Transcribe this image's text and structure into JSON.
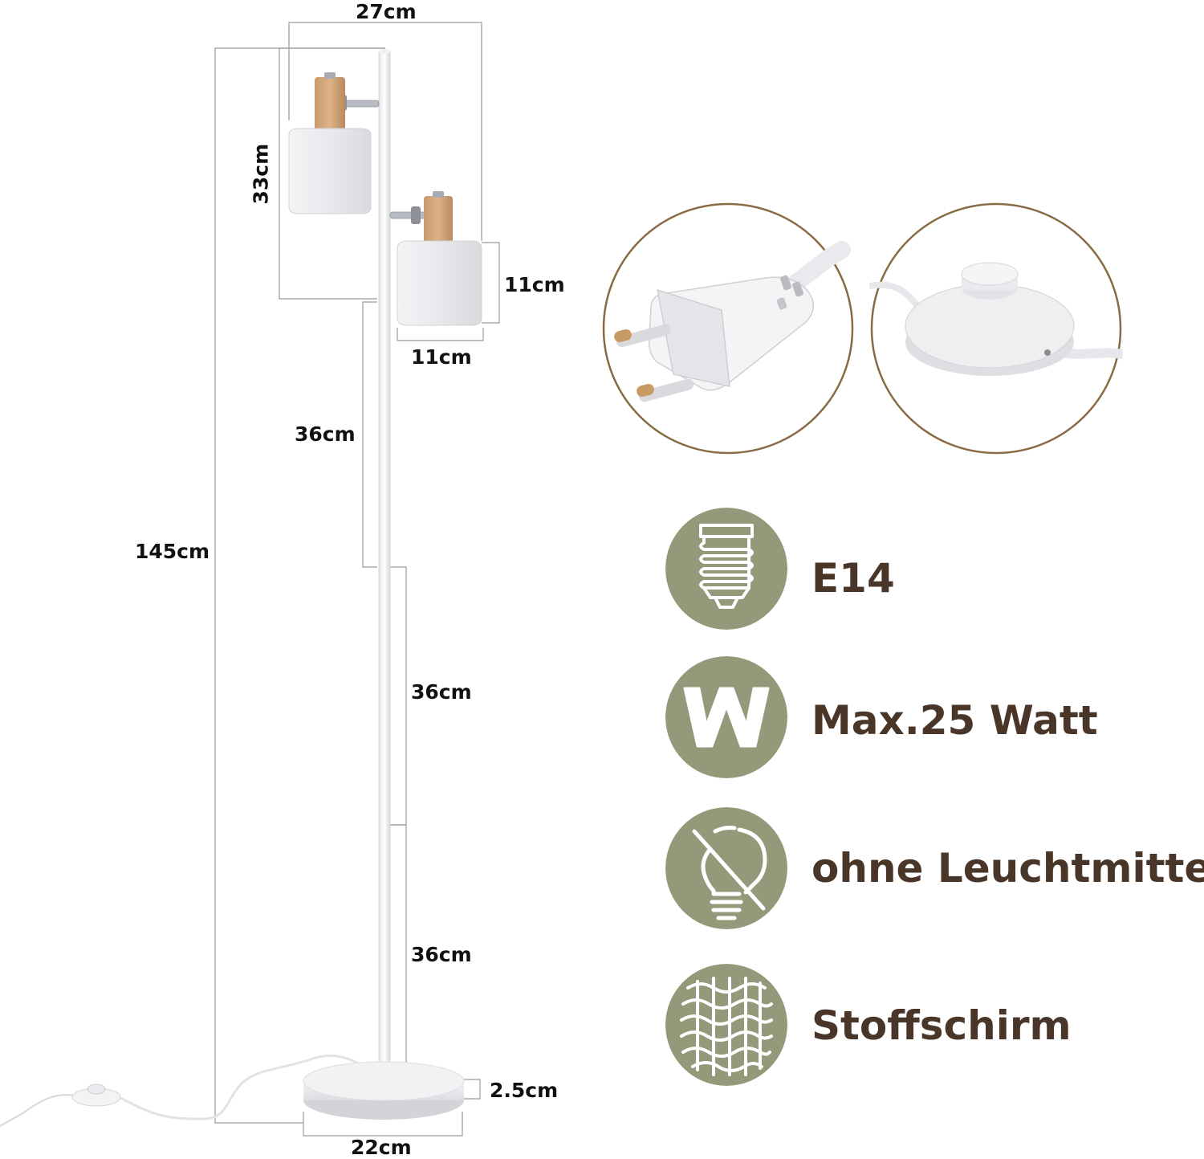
{
  "colors": {
    "accent_green": "#929a7a",
    "text_brown": "#4a3628",
    "circle_border": "#8a6a44",
    "lamp_white": "#ecedf0",
    "wood": "#d2a476"
  },
  "dimensions": {
    "top_width": "27cm",
    "head_height": "33cm",
    "shade_height": "11cm",
    "shade_width": "11cm",
    "pole_segment_upper": "36cm",
    "pole_segment_middle": "36cm",
    "pole_segment_lower": "36cm",
    "total_height": "145cm",
    "base_thickness": "2.5cm",
    "base_diameter": "22cm"
  },
  "details": [
    {
      "icon": "eu-plug-icon"
    },
    {
      "icon": "foot-switch-icon"
    }
  ],
  "features": [
    {
      "icon": "e14-socket-icon",
      "label": "E14"
    },
    {
      "icon": "watt-icon",
      "label": "Max.25 Watt"
    },
    {
      "icon": "no-bulb-icon",
      "label": "ohne Leuchtmittel"
    },
    {
      "icon": "fabric-icon",
      "label": "Stoffschirm"
    }
  ]
}
